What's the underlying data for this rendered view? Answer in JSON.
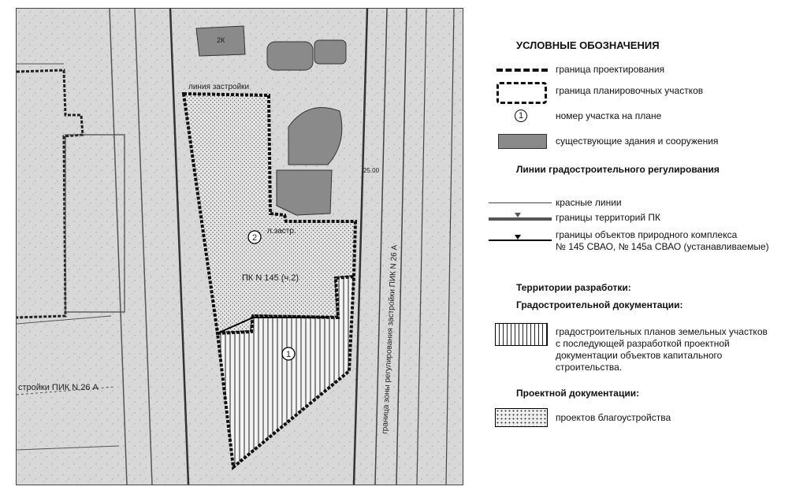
{
  "map": {
    "labels": {
      "line_top": "линия застройки",
      "line_short": "л.застр.",
      "pk_145": "ПК N 145 (ч.2)",
      "lot1": "1",
      "lot2": "2",
      "pk_26_left": "стройки ПИК N 26 А",
      "pk_26_right": "граница зоны регулирования застройки ПИК N 26 А",
      "dim_25": "25.00",
      "bldg_2k": "2К"
    }
  },
  "legend": {
    "title": "УСЛОВНЫЕ ОБОЗНАЧЕНИЯ",
    "items": [
      {
        "id": "design-boundary",
        "label": "граница проектирования"
      },
      {
        "id": "plot-boundary",
        "label": "граница планировочных участков"
      },
      {
        "id": "lot-number",
        "label": "номер участка на плане",
        "symbol": "1"
      },
      {
        "id": "existing-buildings",
        "label": "существующие здания и сооружения"
      }
    ],
    "regulation_title": "Линии градостроительного регулирования",
    "regulation_items": [
      {
        "id": "red-lines",
        "label": "красные линии"
      },
      {
        "id": "pk-boundary",
        "label": "границы территорий ПК"
      },
      {
        "id": "nature-boundary",
        "label_lines": [
          "границы объектов природного комплекса",
          "№ 145 СВАО, № 145а СВАО (устанавливаемые)"
        ]
      }
    ],
    "territories_title": "Территории разработки:",
    "urban_doc_title": "Градостроительной документации:",
    "urban_doc_item": {
      "label_lines": [
        "градостроительных планов земельных участков",
        "с последующей разработкой проектной",
        "документации объектов капитального",
        "строительства."
      ]
    },
    "project_doc_title": "Проектной документации:",
    "project_doc_item": {
      "label": "проектов благоустройства"
    }
  },
  "colors": {
    "map_bg": "#dcdcdc",
    "building": "#8a8a8a",
    "boundary": "#1a1a1a"
  }
}
